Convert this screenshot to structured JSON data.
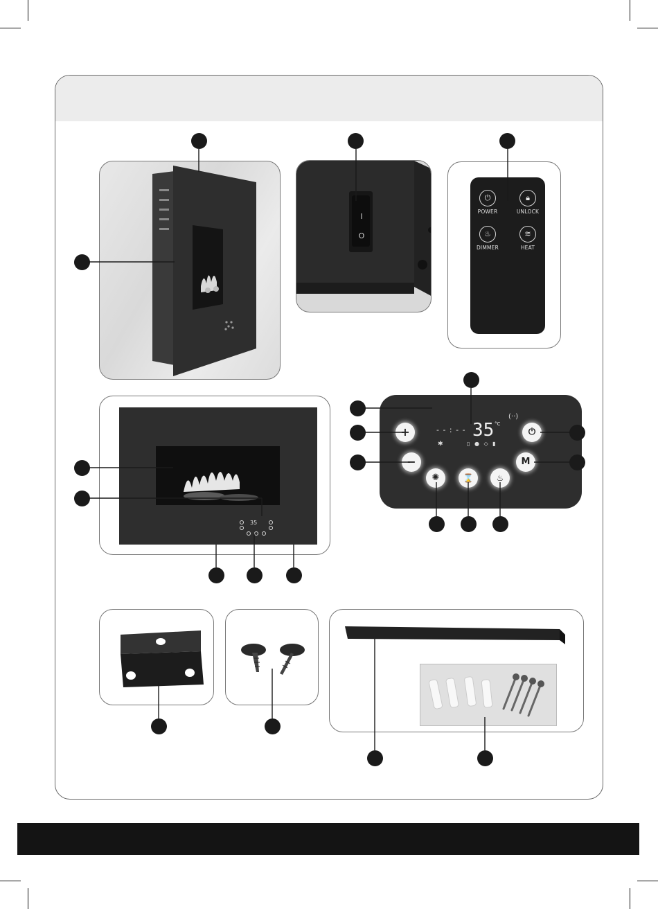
{
  "colors": {
    "frame_border": "#666666",
    "header_band": "#ececec",
    "footer_bar": "#141414",
    "callout": "#1a1a1a",
    "appliance": "#2e2e2e"
  },
  "remote": {
    "buttons": [
      {
        "icon": "power-icon",
        "label": "POWER"
      },
      {
        "icon": "lock-icon",
        "label": "UNLOCK"
      },
      {
        "icon": "flame-icon",
        "label": "DIMMER"
      },
      {
        "icon": "heat-waves-icon",
        "label": "HEAT"
      }
    ]
  },
  "control_panel": {
    "display_dashes": "- - : - -",
    "temperature": "35",
    "unit": "°C",
    "buttons": [
      {
        "icon": "plus-icon"
      },
      {
        "icon": "minus-icon"
      },
      {
        "icon": "power-icon"
      },
      {
        "icon": "mode-m-icon"
      },
      {
        "icon": "dimmer-icon"
      },
      {
        "icon": "timer-icon"
      },
      {
        "icon": "flame-icon"
      }
    ]
  },
  "switch": {
    "on_mark": "I",
    "off_mark": "O"
  },
  "fireplace_display": {
    "temperature": "35"
  }
}
